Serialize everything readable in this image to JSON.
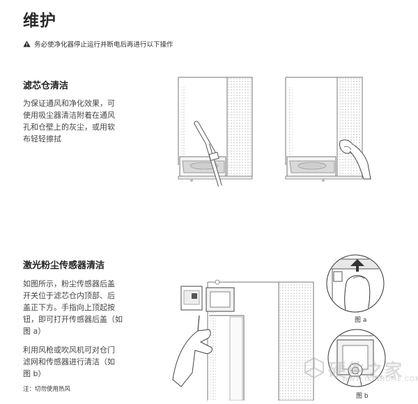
{
  "page": {
    "title": "维护",
    "warning": "务必使净化器停止运行并断电后再进行以下操作"
  },
  "section1": {
    "title": "滤芯仓清洁",
    "lines": [
      "为保证通风和净化效果，可",
      "使用吸尘器清洁附着在通风",
      "孔和仓壁上的灰尘，或用软",
      "布轻轻擦拭"
    ]
  },
  "section2": {
    "title": "激光粉尘传感器清洁",
    "lines1": [
      "如图所示，粉尘传感器后盖",
      "开关位于滤芯仓内顶部、后",
      "盖正下方。手指向上顶起按",
      "钮，即可打开传感器后盖（如",
      "图 a）"
    ],
    "lines2": [
      "利用风枪或吹风机可对仓门",
      "滤网和传感器进行清洁（如",
      "图 b）"
    ],
    "note": "注：切勿使用热风",
    "caption_a": "图 a",
    "caption_b": "图 b"
  },
  "watermark": {
    "text": "硬件之家",
    "url": "WWW.IKINHOME.COM"
  },
  "icons": {
    "warning": "warning-triangle-icon",
    "watermark_logo": "cube-logo-icon"
  }
}
